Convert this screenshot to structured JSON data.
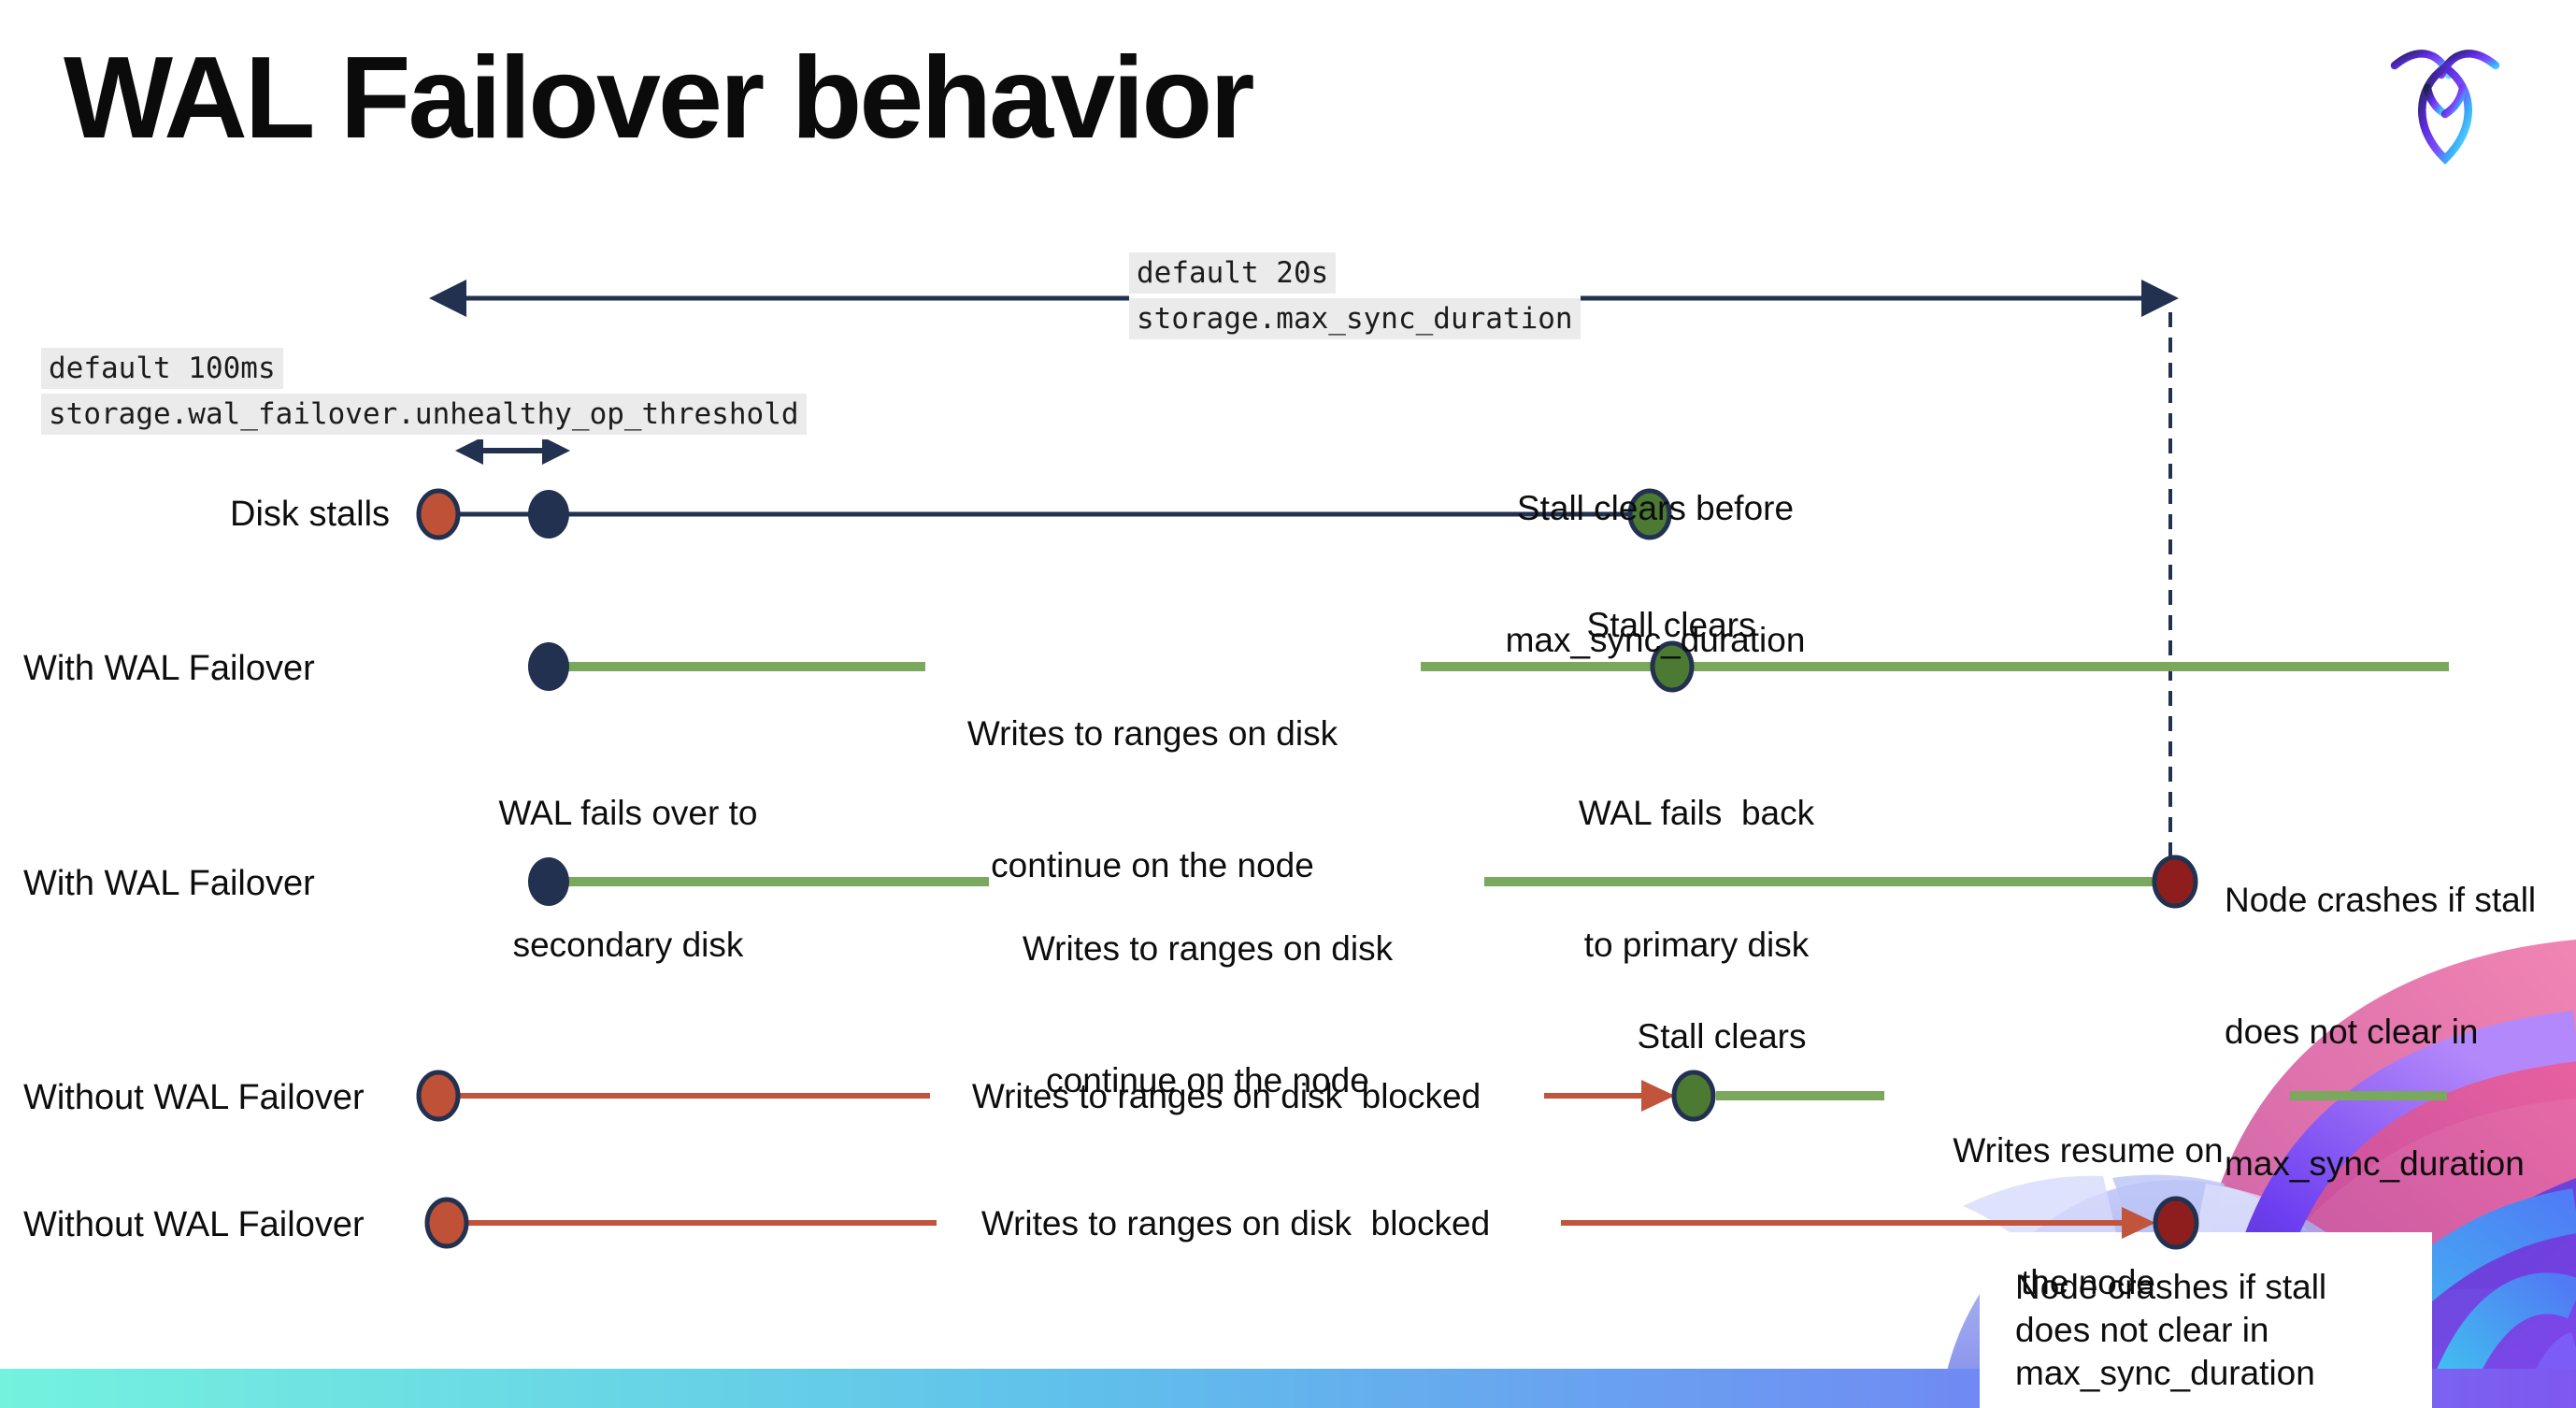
{
  "title": "WAL Failover behavior",
  "settings": {
    "max_sync_duration": {
      "default_value": "default 20s",
      "name": "storage.max_sync_duration"
    },
    "unhealthy_op_threshold": {
      "default_value": "default 100ms",
      "name": "storage.wal_failover.unhealthy_op_threshold"
    }
  },
  "rows": {
    "disk_stalls": {
      "label": "Disk stalls",
      "stall_clears_note": [
        "Stall clears before",
        "max_sync_duration"
      ]
    },
    "with_wal_failover_1": {
      "label": "With WAL Failover",
      "failover_note": [
        "WAL fails over to",
        "secondary disk"
      ],
      "writes_note": [
        "Writes to ranges on disk",
        "continue on the node"
      ],
      "stall_clears": "Stall clears",
      "failback_note": [
        "WAL fails  back",
        "to primary disk"
      ]
    },
    "with_wal_failover_2": {
      "label": "With WAL Failover",
      "writes_note": [
        "Writes to ranges on disk",
        "continue on the node"
      ],
      "crash_note": [
        "Node crashes if stall",
        "does not clear in",
        "max_sync_duration"
      ]
    },
    "without_wal_failover_1": {
      "label": "Without WAL Failover",
      "blocked_note": "Writes to ranges on disk  blocked",
      "stall_clears": "Stall clears",
      "resume_note": [
        "Writes resume on",
        "the node"
      ]
    },
    "without_wal_failover_2": {
      "label": "Without WAL Failover",
      "blocked_note": "Writes to ranges on disk  blocked",
      "crash_note": [
        "Node crashes if stall",
        "does not clear in",
        "max_sync_duration"
      ]
    }
  },
  "colors": {
    "navy": "#22314f",
    "green_line": "#7aa85c",
    "green_dot": "#4c7a33",
    "stall_red": "#bf5136",
    "crash_red": "#8e1e1e",
    "code_highlight_bg": "#ebebeb",
    "footer_gradient": [
      "#74f2de",
      "#60c0eb",
      "#6e8ff3",
      "#7e57f0"
    ]
  }
}
